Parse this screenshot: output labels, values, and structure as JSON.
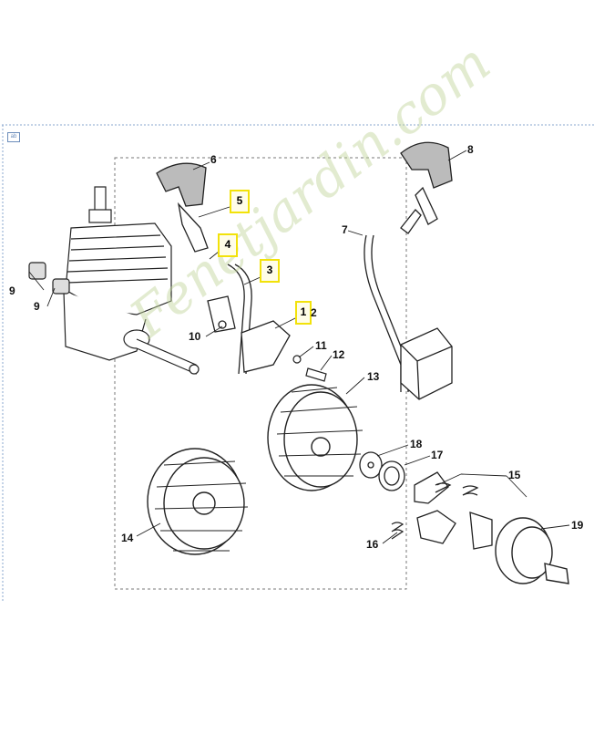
{
  "diagram": {
    "corner_icon_label": "ab",
    "watermark": "Fenetjardin.com",
    "callouts": [
      {
        "id": "c6",
        "label": "6"
      },
      {
        "id": "c8",
        "label": "8"
      },
      {
        "id": "c5",
        "label": "5",
        "highlighted": true
      },
      {
        "id": "c4",
        "label": "4",
        "highlighted": true
      },
      {
        "id": "c7",
        "label": "7"
      },
      {
        "id": "c3",
        "label": "3",
        "highlighted": true
      },
      {
        "id": "c1",
        "label": "1",
        "highlighted": true
      },
      {
        "id": "c2",
        "label": "2"
      },
      {
        "id": "c9a",
        "label": "9"
      },
      {
        "id": "c9b",
        "label": "9"
      },
      {
        "id": "c10",
        "label": "10"
      },
      {
        "id": "c11",
        "label": "11"
      },
      {
        "id": "c12",
        "label": "12"
      },
      {
        "id": "c13",
        "label": "13"
      },
      {
        "id": "c14",
        "label": "14"
      },
      {
        "id": "c15",
        "label": "15"
      },
      {
        "id": "c16",
        "label": "16"
      },
      {
        "id": "c17",
        "label": "17"
      },
      {
        "id": "c18",
        "label": "18"
      },
      {
        "id": "c19",
        "label": "19"
      }
    ],
    "colors": {
      "highlight": "#f2e20a",
      "line": "#111111",
      "frame": "#8aa7cf"
    }
  }
}
